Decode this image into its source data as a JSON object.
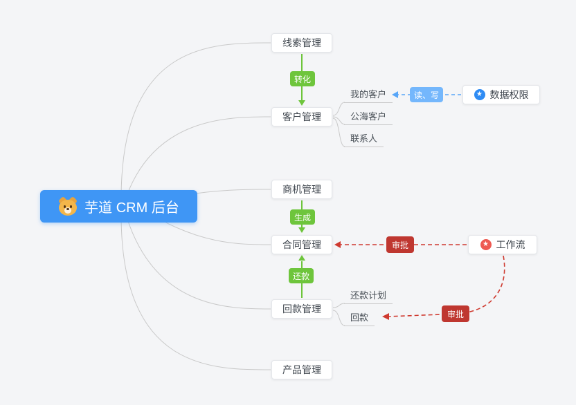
{
  "root": {
    "label": "芋道 CRM 后台"
  },
  "modules": {
    "leads": "线索管理",
    "customers": "客户管理",
    "opportunities": "商机管理",
    "contracts": "合同管理",
    "receivables": "回款管理",
    "products": "产品管理"
  },
  "edge_labels": {
    "convert": "转化",
    "generate": "生成",
    "repay": "还款",
    "read_write": "读、写",
    "approve_contract": "审批",
    "approve_receivable": "审批"
  },
  "customer_children": {
    "my_customers": "我的客户",
    "pool_customers": "公海客户",
    "contacts": "联系人"
  },
  "receivable_children": {
    "repayment_plan": "还款计划",
    "payment": "回款"
  },
  "side_nodes": {
    "data_permission": "数据权限",
    "workflow": "工作流"
  },
  "icons": {
    "star": "★"
  },
  "colors": {
    "background": "#f4f5f7",
    "root_bg": "#3f96f5",
    "green": "#6ec53c",
    "blue_badge": "#74b7fc",
    "blue_line": "#58a6f8",
    "red_badge": "#bf3730",
    "red_line": "#cf3a30",
    "connector_gray": "#c9c9c9",
    "node_border": "#e4e6ea"
  }
}
